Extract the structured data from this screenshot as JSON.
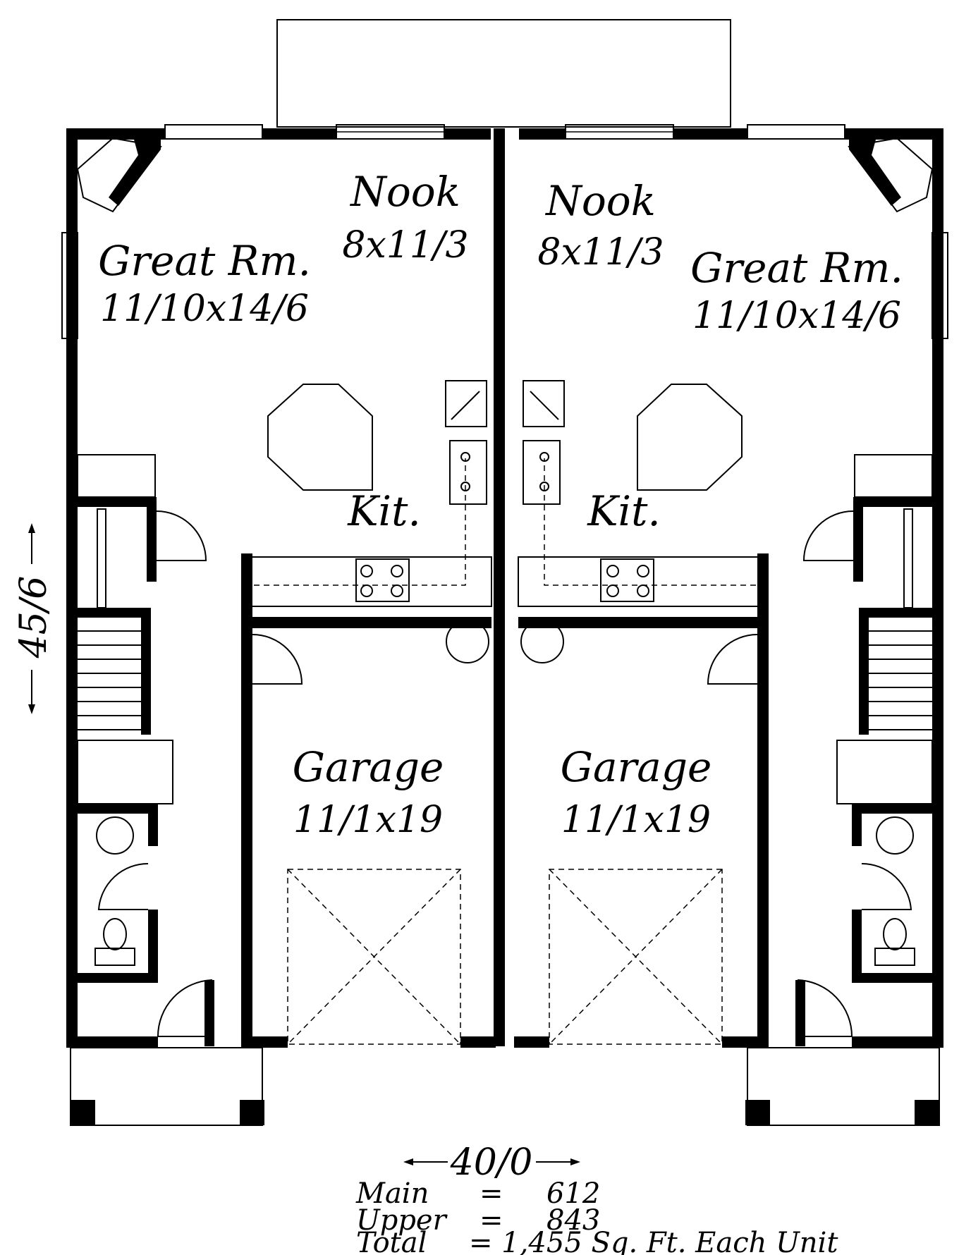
{
  "rooms": {
    "left": {
      "great_room_name": "Great Rm.",
      "great_room_size": "11/10x14/6",
      "nook_name": "Nook",
      "nook_size": "8x11/3",
      "kitchen_name": "Kit.",
      "garage_name": "Garage",
      "garage_size": "11/1x19"
    },
    "right": {
      "great_room_name": "Great Rm.",
      "great_room_size": "11/10x14/6",
      "nook_name": "Nook",
      "nook_size": "8x11/3",
      "kitchen_name": "Kit.",
      "garage_name": "Garage",
      "garage_size": "11/1x19"
    }
  },
  "dimensions": {
    "depth": "45/6",
    "width": "40/0"
  },
  "areas": {
    "main_label": "Main",
    "main_eq": "=",
    "main_value": "612",
    "upper_label": "Upper",
    "upper_eq": "=",
    "upper_value": "843",
    "total_label": "Total",
    "total_text": "= 1,455 Sq. Ft. Each Unit"
  },
  "colors": {
    "ink": "#000000",
    "paper": "#ffffff"
  }
}
